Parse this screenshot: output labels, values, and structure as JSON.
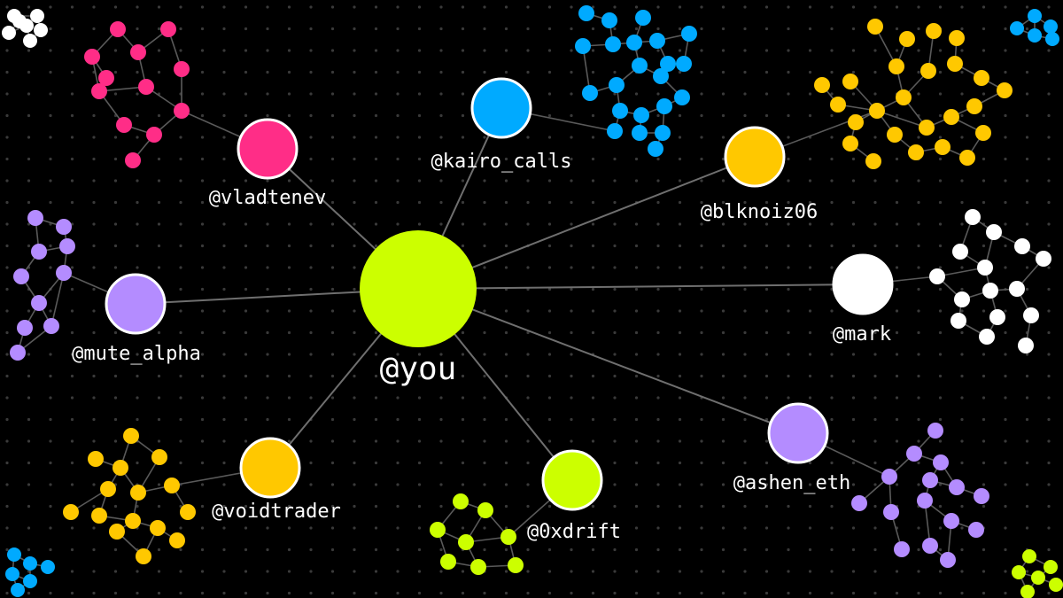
{
  "hub": {
    "label": "@you",
    "color": "#ccff00"
  },
  "accounts": [
    {
      "key": "vladtenev",
      "label": "@vladtenev",
      "color": "#ff2d87"
    },
    {
      "key": "kairo_calls",
      "label": "@kairo_calls",
      "color": "#00aaff"
    },
    {
      "key": "blknoiz06",
      "label": "@blknoiz06",
      "color": "#ffc800"
    },
    {
      "key": "mark",
      "label": "@mark",
      "color": "#ffffff"
    },
    {
      "key": "ashen_eth",
      "label": "@ashen_eth",
      "color": "#b48cff"
    },
    {
      "key": "0xdrift",
      "label": "@0xdrift",
      "color": "#ccff00"
    },
    {
      "key": "voidtrader",
      "label": "@voidtrader",
      "color": "#ffc800"
    },
    {
      "key": "mute_alpha",
      "label": "@mute_alpha",
      "color": "#b48cff"
    }
  ],
  "corner_clusters": [
    {
      "key": "top-left",
      "color": "#ffffff"
    },
    {
      "key": "top-right",
      "color": "#00aaff"
    },
    {
      "key": "bottom-left",
      "color": "#00aaff"
    },
    {
      "key": "bottom-right",
      "color": "#ccff00"
    }
  ]
}
